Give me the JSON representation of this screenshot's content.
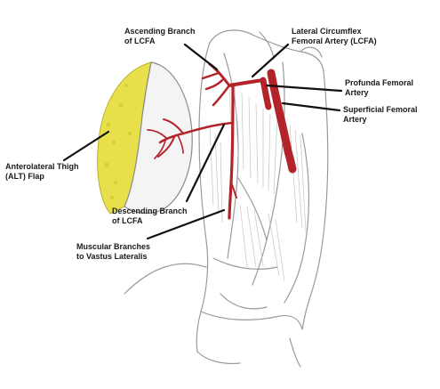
{
  "labels": {
    "ascending": [
      "Ascending Branch",
      "of LCFA"
    ],
    "lcfa": [
      "Lateral Circumflex",
      "Femoral Artery (LCFA)"
    ],
    "profunda": [
      "Profunda Femoral",
      "Artery"
    ],
    "superficial": [
      "Superficial Femoral",
      "Artery"
    ],
    "alt_flap": [
      "Anterolateral Thigh",
      "(ALT) Flap"
    ],
    "descending": [
      "Descending Branch",
      "of LCFA"
    ],
    "muscular": [
      "Muscular Branches",
      "to Vastus Lateralis"
    ]
  },
  "colors": {
    "artery": "#b3232a",
    "artery_dark": "#8e1a20",
    "fat": "#e8e04a",
    "sketch": "#9a9a9a",
    "leader": "#111111"
  }
}
